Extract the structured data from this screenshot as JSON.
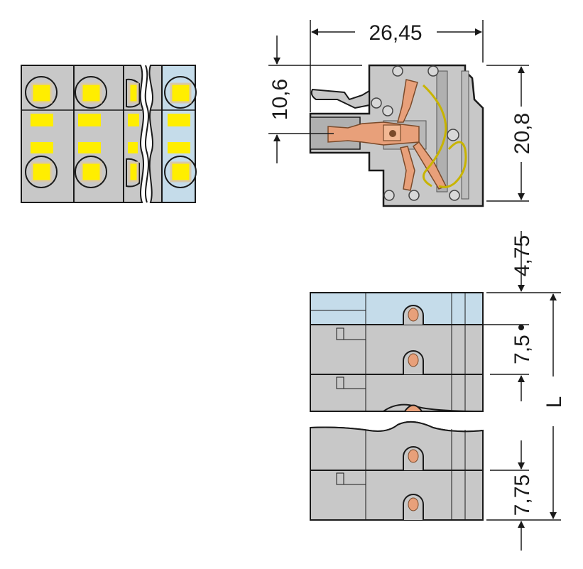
{
  "dimensions": {
    "width_total": "26,45",
    "height_entry": "10,6",
    "height_total": "20,8",
    "offset_top": "4,75",
    "pitch": "7,5",
    "end_offset": "7,75",
    "length": "L"
  },
  "colors": {
    "body": "#c8c8c8",
    "body_dark": "#9a9a9a",
    "outline": "#1a1a1a",
    "end_plate": "#c5dcea",
    "marker": "#ffee00",
    "marker_frame": "#d9c8a8",
    "contact": "#e8a07a",
    "spring": "#c8b400"
  },
  "icons": {
    "circle_marker": "circle",
    "dimension_arrow": "triangle"
  }
}
